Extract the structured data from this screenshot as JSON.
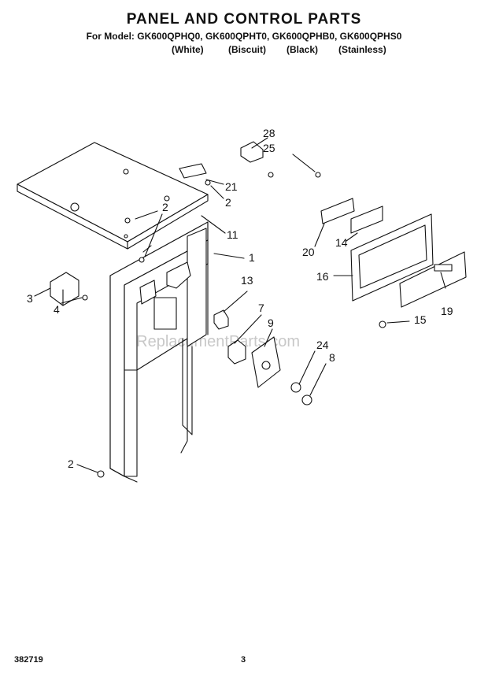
{
  "header": {
    "title": "PANEL AND CONTROL PARTS",
    "models": "For Model: GK600QPHQ0, GK600QPHT0, GK600QPHB0, GK600QPHS0",
    "variants": [
      "(White)",
      "(Biscuit)",
      "(Black)",
      "(Stainless)"
    ]
  },
  "callouts": [
    "28",
    "25",
    "21",
    "2",
    "2",
    "11",
    "1",
    "20",
    "14",
    "16",
    "13",
    "3",
    "4",
    "7",
    "9",
    "24",
    "8",
    "15",
    "19",
    "2"
  ],
  "watermark": "eReplacementParts.com",
  "footer": {
    "doc_number": "382719",
    "page_number": "3"
  }
}
